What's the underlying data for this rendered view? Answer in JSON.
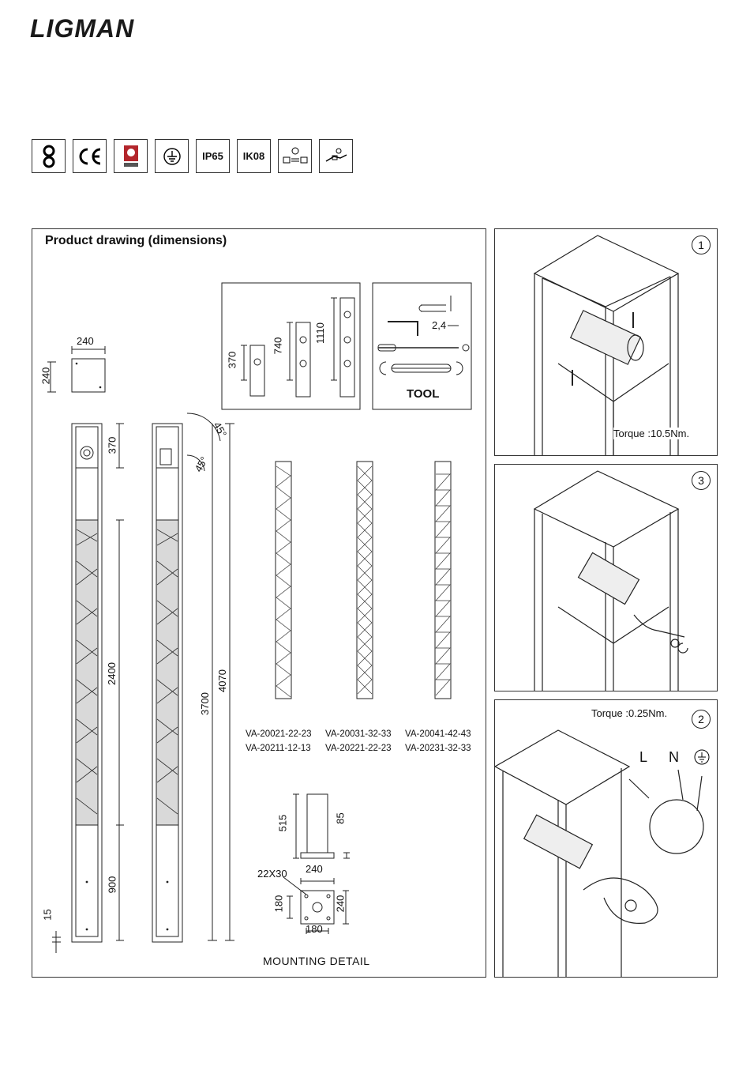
{
  "brand": "LIGMAN",
  "certifications": [
    "IP65",
    "IK08"
  ],
  "drawing": {
    "title": "Product drawing (dimensions)",
    "top_size": "240",
    "top_size_side": "240",
    "heights": {
      "upper": "370",
      "middle": "2400",
      "lower": "900",
      "base": "15",
      "total_inner": "3700",
      "total": "4070"
    },
    "angles": [
      "45°",
      "45°"
    ],
    "variants": [
      "370",
      "740",
      "1110"
    ],
    "tool_label": "TOOL",
    "tool_dim": "2,4",
    "codes": [
      "VA-20021-22-23",
      "VA-20211-12-13",
      "VA-20031-32-33",
      "VA-20221-22-23",
      "VA-20041-42-43",
      "VA-20231-32-33"
    ],
    "mounting": {
      "h1": "515",
      "h2": "85",
      "hole": "22X30",
      "plate_w": "240",
      "plate_h": "240",
      "inner_w": "180",
      "inner_h": "180",
      "label": "MOUNTING DETAIL"
    }
  },
  "steps": [
    {
      "number": "1",
      "text": "Torque :10.5Nm."
    },
    {
      "number": "3",
      "text": ""
    },
    {
      "number": "2",
      "text": "Torque :0.25Nm."
    }
  ],
  "wiring": {
    "L": "L",
    "N": "N"
  }
}
